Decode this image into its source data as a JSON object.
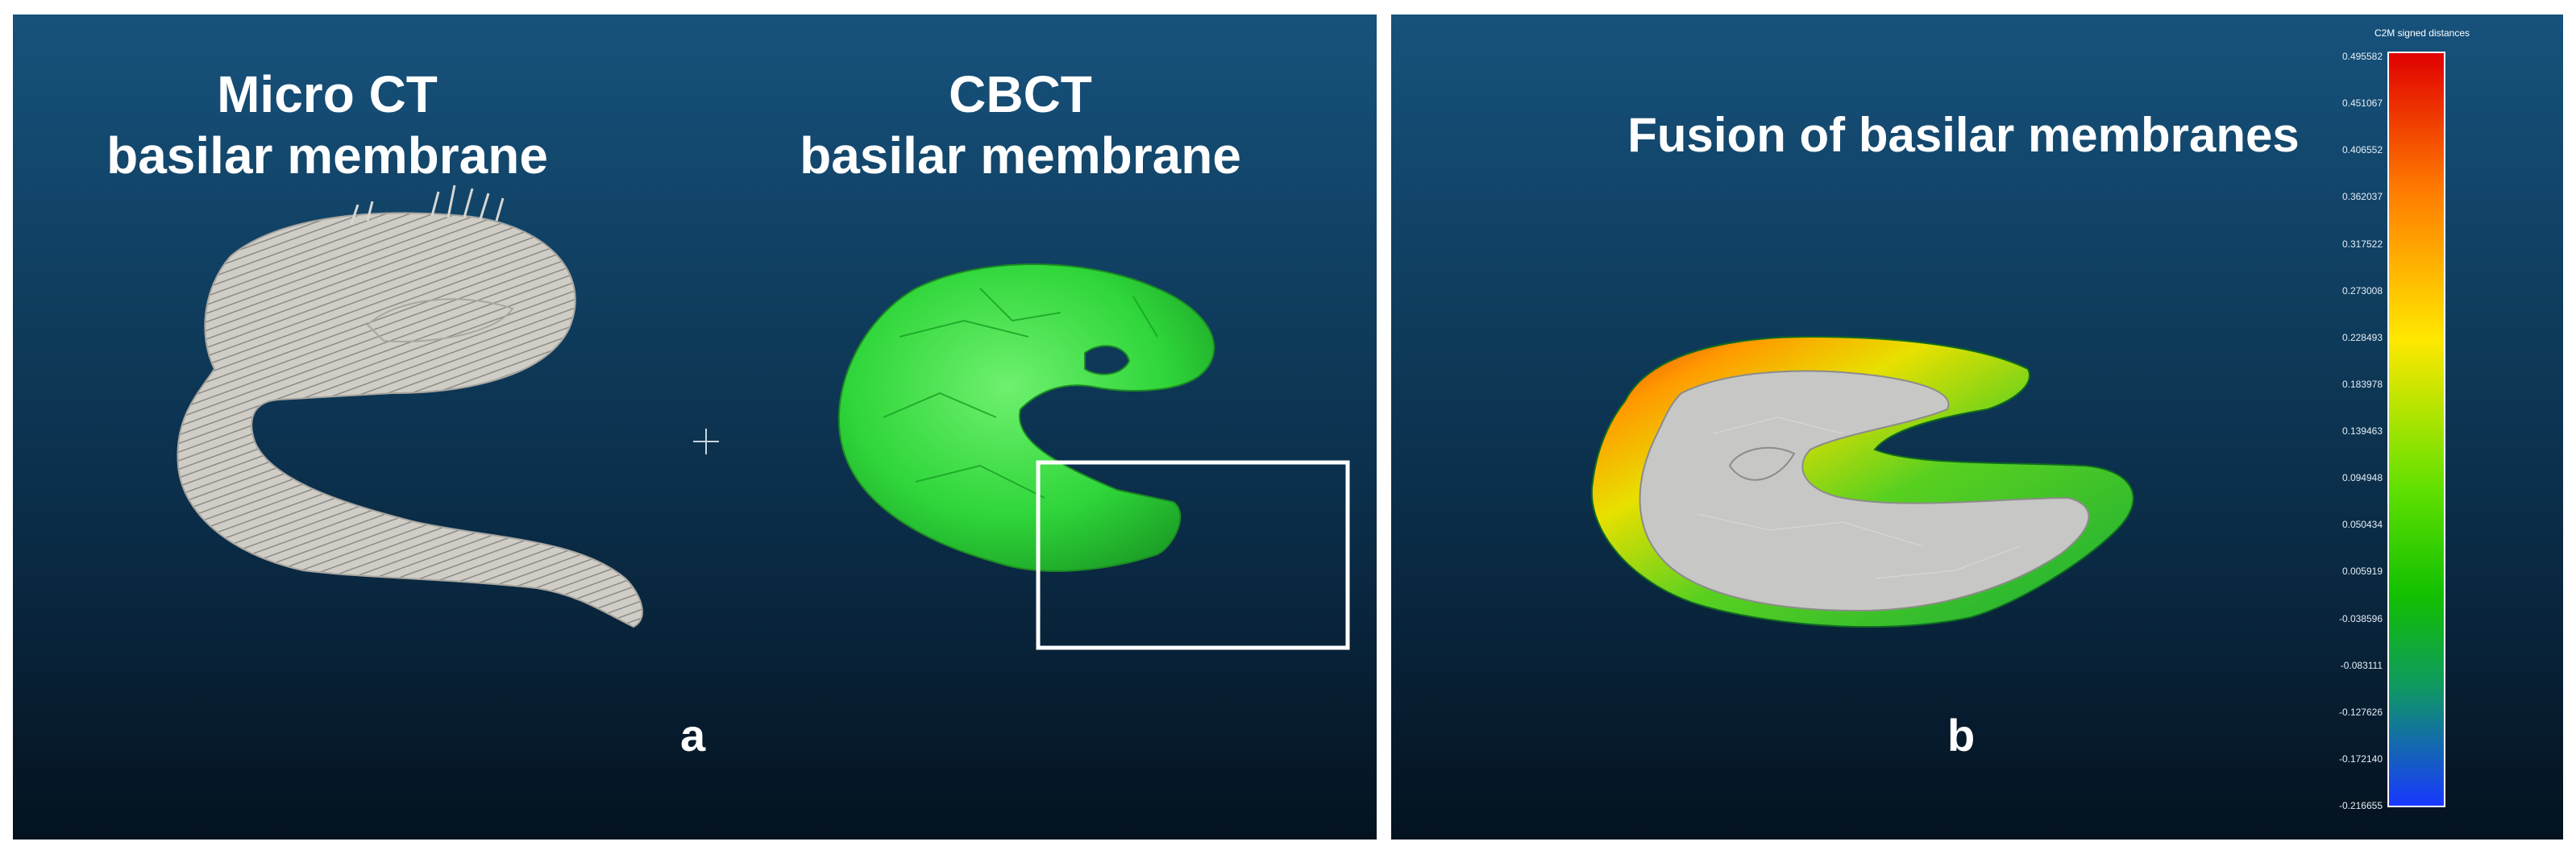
{
  "panel_a": {
    "micro_ct_title": [
      "Micro CT",
      "basilar membrane"
    ],
    "cbct_title": [
      "CBCT",
      "basilar membrane"
    ],
    "label": "a",
    "colors": {
      "micro_ct_model": "#cfcdc6",
      "cbct_model": "#2fd63a",
      "zoom_box": "#ffffff"
    }
  },
  "panel_b": {
    "title": "Fusion of basilar membranes",
    "label": "b",
    "colorbar": {
      "title": "C2M signed distances",
      "ticks": [
        "0.495582",
        "0.451067",
        "0.406552",
        "0.362037",
        "0.317522",
        "0.273008",
        "0.228493",
        "0.183978",
        "0.139463",
        "0.094948",
        "0.050434",
        "0.005919",
        "-0.038596",
        "-0.083111",
        "-0.127626",
        "-0.172140",
        "-0.216655"
      ],
      "colors": [
        "#e00000",
        "#ff7a00",
        "#ffe800",
        "#60e000",
        "#12c000",
        "#0f9a60",
        "#1838ff"
      ]
    }
  }
}
